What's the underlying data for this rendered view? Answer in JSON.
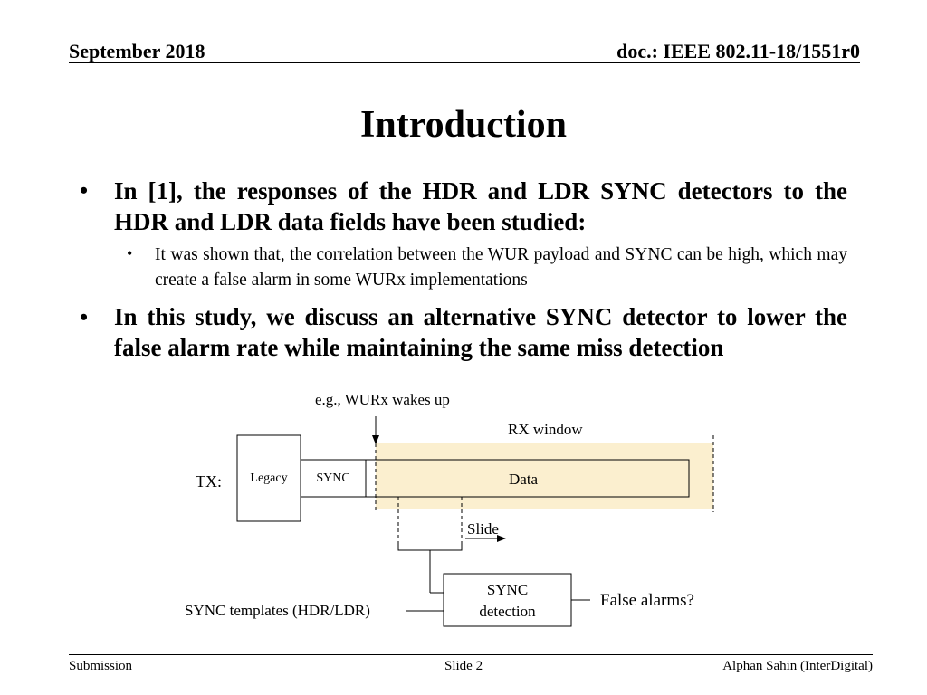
{
  "header": {
    "date": "September 2018",
    "doc": "doc.: IEEE 802.11-18/1551r0"
  },
  "title": "Introduction",
  "bullets": [
    {
      "text": "In [1], the responses of the HDR and LDR SYNC detectors to the HDR and LDR data fields have been studied:",
      "sub": [
        "It was shown that, the correlation between the WUR payload and SYNC can be high, which may create a false alarm in some WURx implementations"
      ]
    },
    {
      "text": "In this study, we discuss an alternative SYNC detector to lower the false alarm rate while maintaining the same miss detection",
      "sub": []
    }
  ],
  "diagram": {
    "wake_label": "e.g., WURx wakes up",
    "rx_window_label": "RX window",
    "tx_label": "TX:",
    "legacy_label": "Legacy",
    "sync_label": "SYNC",
    "data_label": "Data",
    "slide_label": "Slide",
    "sync_detection_line1": "SYNC",
    "sync_detection_line2": "detection",
    "templates_label": "SYNC templates (HDR/LDR)",
    "false_alarms_label": "False alarms?",
    "rx_window_color": "#fbefcf"
  },
  "footer": {
    "left": "Submission",
    "center": "Slide 2",
    "right": "Alphan Sahin (InterDigital)"
  }
}
